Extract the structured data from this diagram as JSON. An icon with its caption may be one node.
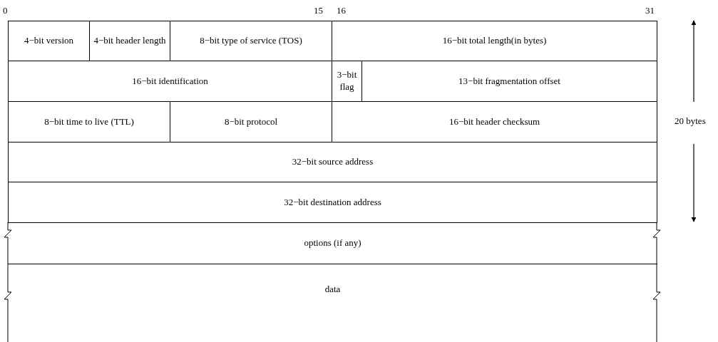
{
  "diagram": {
    "nodes": [
      {
        "text": [
          "4−bit version"
        ]
      },
      {
        "text": [
          "4−bit header length"
        ]
      },
      {
        "text": [
          "8−bit type of service (TOS)"
        ]
      },
      {
        "text": [
          "16−bit total length(in bytes)"
        ]
      },
      {
        "text": [
          "16−bit identification"
        ]
      },
      {
        "text": [
          "3−bit flag"
        ]
      },
      {
        "text": [
          "13−bit fragmentation offset"
        ]
      },
      {
        "text": [
          "8−bit time to live (TTL)"
        ]
      },
      {
        "text": [
          "8−bit protocol"
        ]
      },
      {
        "text": [
          "16−bit header checksum"
        ]
      },
      {
        "text": [
          "32−bit source address"
        ]
      },
      {
        "text": [
          "32−bit destination address"
        ]
      },
      {
        "text": [
          "options (if any)"
        ]
      },
      {
        "text": [
          "data"
        ]
      }
    ],
    "labels": [
      "0",
      "15",
      "16",
      "31",
      "20 bytes"
    ]
  }
}
